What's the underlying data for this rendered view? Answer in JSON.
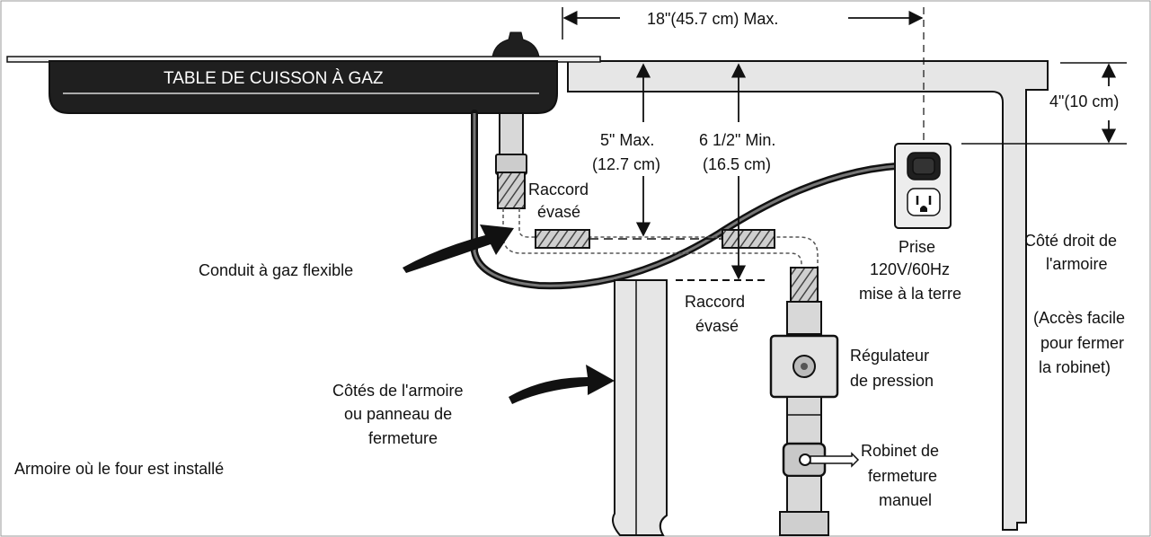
{
  "colors": {
    "line": "#111111",
    "cabinet_fill": "#e6e6e6",
    "cooktop_fill": "#1f1f1f",
    "pipe_fill": "#d8d8d8",
    "outlet_fill": "#ededed"
  },
  "labels": {
    "cooktop": "TABLE DE CUISSON À GAZ",
    "dim_horizontal": "18\"(45.7 cm) Max.",
    "dim_4in": "4\"(10 cm)",
    "dim_5in_1": "5\" Max.",
    "dim_5in_2": "(12.7 cm)",
    "dim_6in_1": "6 1/2\" Min.",
    "dim_6in_2": "(16.5 cm)",
    "flare_top_1": "Raccord",
    "flare_top_2": "évasé",
    "flare_bottom_1": "Raccord",
    "flare_bottom_2": "évasé",
    "gas_conduit": "Conduit à gaz flexible",
    "outlet_1": "Prise",
    "outlet_2": "120V/60Hz",
    "outlet_3": "mise à la terre",
    "right_side_1": "Côté droit de",
    "right_side_2": "l'armoire",
    "access_1": "(Accès facile",
    "access_2": "pour fermer",
    "access_3": "la robinet)",
    "regulator_1": "Régulateur",
    "regulator_2": "de pression",
    "valve_1": "Robinet de",
    "valve_2": "fermeture",
    "valve_3": "manuel",
    "cabinet_sides_1": "Côtés de l'armoire",
    "cabinet_sides_2": "ou panneau de",
    "cabinet_sides_3": "fermeture",
    "oven_cabinet": "Armoire où le four est installé"
  }
}
